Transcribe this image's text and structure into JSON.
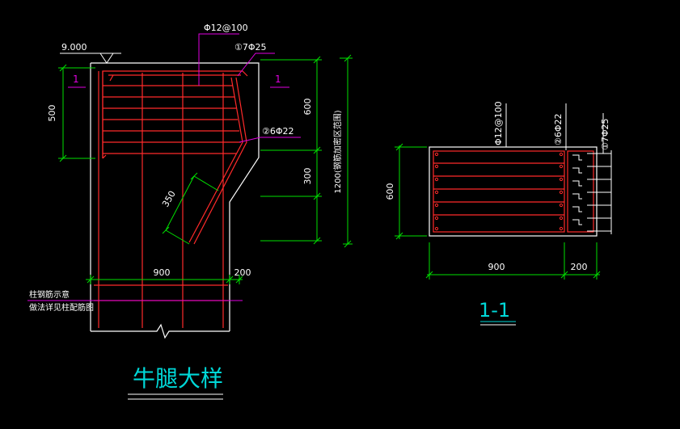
{
  "drawing": {
    "title": "牛腿大样",
    "section_title": "1-1",
    "elevation": "9.000",
    "section_mark": "1",
    "callouts": {
      "stirrup": "Φ12@100",
      "bar1": "①7Φ25",
      "bar2": "②6Φ22"
    },
    "dimensions": {
      "left_height": "500",
      "right_upper": "600",
      "right_lower": "300",
      "right_total": "1200(钢筋加密区范围)",
      "diagonal": "350",
      "width_main": "900",
      "width_side": "200",
      "section_height": "600",
      "section_width": "900",
      "section_side": "200"
    },
    "notes": {
      "line1": "柱钢筋示意",
      "line2": "做法详见柱配筋图"
    }
  },
  "colors": {
    "background": "#000000",
    "concrete": "#ffffff",
    "rebar": "#ff2a2a",
    "dimension": "#00e000",
    "leader": "#e000e0",
    "title": "#00d8d8"
  }
}
